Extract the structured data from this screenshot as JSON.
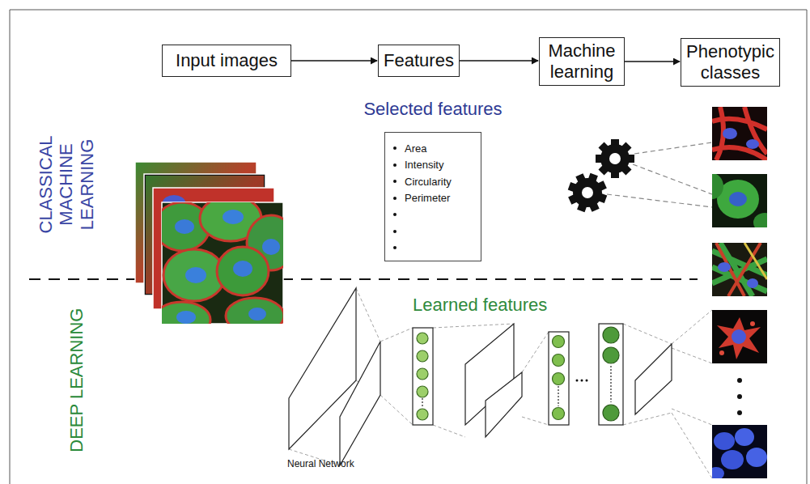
{
  "diagram": {
    "nodes": [
      {
        "text": [
          "Input images"
        ]
      },
      {
        "text": [
          "Features"
        ]
      },
      {
        "text": [
          "Machine learning"
        ]
      },
      {
        "text": [
          "Phenotypic classes"
        ]
      },
      {
        "text": [
          "Selected features",
          "Area",
          "Intensity",
          "Circularity",
          "Perimeter"
        ]
      }
    ],
    "edges": [
      {
        "from": 0,
        "to": 1,
        "arrow": "to"
      },
      {
        "from": 1,
        "to": 2,
        "arrow": "to"
      },
      {
        "from": 2,
        "to": 3,
        "arrow": "to"
      }
    ],
    "labels": [
      "CLASSICAL MACHINE LEARNING",
      "DEEP LEARNING",
      "Learned features",
      "Neural Network"
    ]
  }
}
